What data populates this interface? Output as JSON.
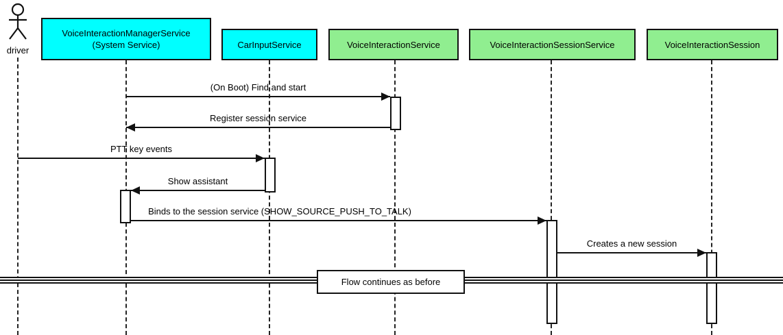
{
  "diagram_type": "uml-sequence-diagram",
  "actor": {
    "label": "driver"
  },
  "participants": [
    {
      "id": "voice-interaction-manager-service",
      "label": "VoiceInteractionManagerService\n(System Service)",
      "fill": "#00ffff"
    },
    {
      "id": "car-input-service",
      "label": "CarInputService",
      "fill": "#00ffff"
    },
    {
      "id": "voice-interaction-service",
      "label": "VoiceInteractionService",
      "fill": "#90ee90"
    },
    {
      "id": "voice-interaction-session-service",
      "label": "VoiceInteractionSessionService",
      "fill": "#90ee90"
    },
    {
      "id": "voice-interaction-session",
      "label": "VoiceInteractionSession",
      "fill": "#90ee90"
    }
  ],
  "messages": [
    {
      "label": "(On Boot) Find and start",
      "from": "VoiceInteractionManagerService",
      "to": "VoiceInteractionService",
      "direction": "right"
    },
    {
      "label": "Register session service",
      "from": "VoiceInteractionService",
      "to": "VoiceInteractionManagerService",
      "direction": "left"
    },
    {
      "label": "PTT key events",
      "from": "driver",
      "to": "CarInputService",
      "direction": "right"
    },
    {
      "label": "Show assistant",
      "from": "CarInputService",
      "to": "VoiceInteractionManagerService",
      "direction": "left"
    },
    {
      "label": "Binds to the session service (SHOW_SOURCE_PUSH_TO_TALK)",
      "from": "VoiceInteractionManagerService",
      "to": "VoiceInteractionSessionService",
      "direction": "right"
    },
    {
      "label": "Creates a new session",
      "from": "VoiceInteractionSessionService",
      "to": "VoiceInteractionSession",
      "direction": "right"
    }
  ],
  "divider": {
    "label": "Flow continues as before"
  },
  "colors": {
    "participant_cyan": "#00ffff",
    "participant_green": "#90ee90",
    "line": "#111111",
    "background": "#ffffff"
  }
}
